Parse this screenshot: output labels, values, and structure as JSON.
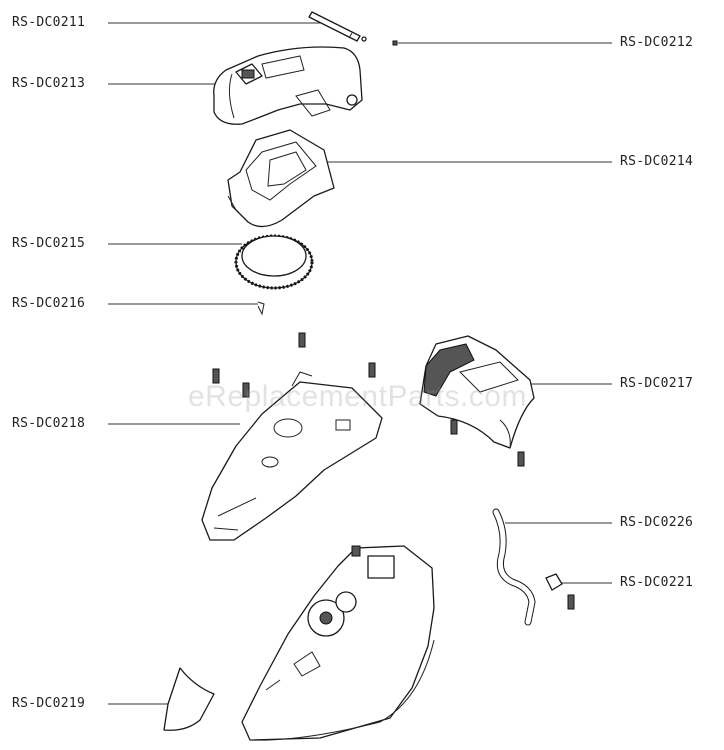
{
  "diagram": {
    "watermark": "eReplacementParts.com",
    "labels": [
      "RS-DC0211",
      "RS-DC0212",
      "RS-DC0213",
      "RS-DC0214",
      "RS-DC0215",
      "RS-DC0216",
      "RS-DC0217",
      "RS-DC0218",
      "RS-DC0226",
      "RS-DC0221",
      "RS-DC0219"
    ]
  }
}
